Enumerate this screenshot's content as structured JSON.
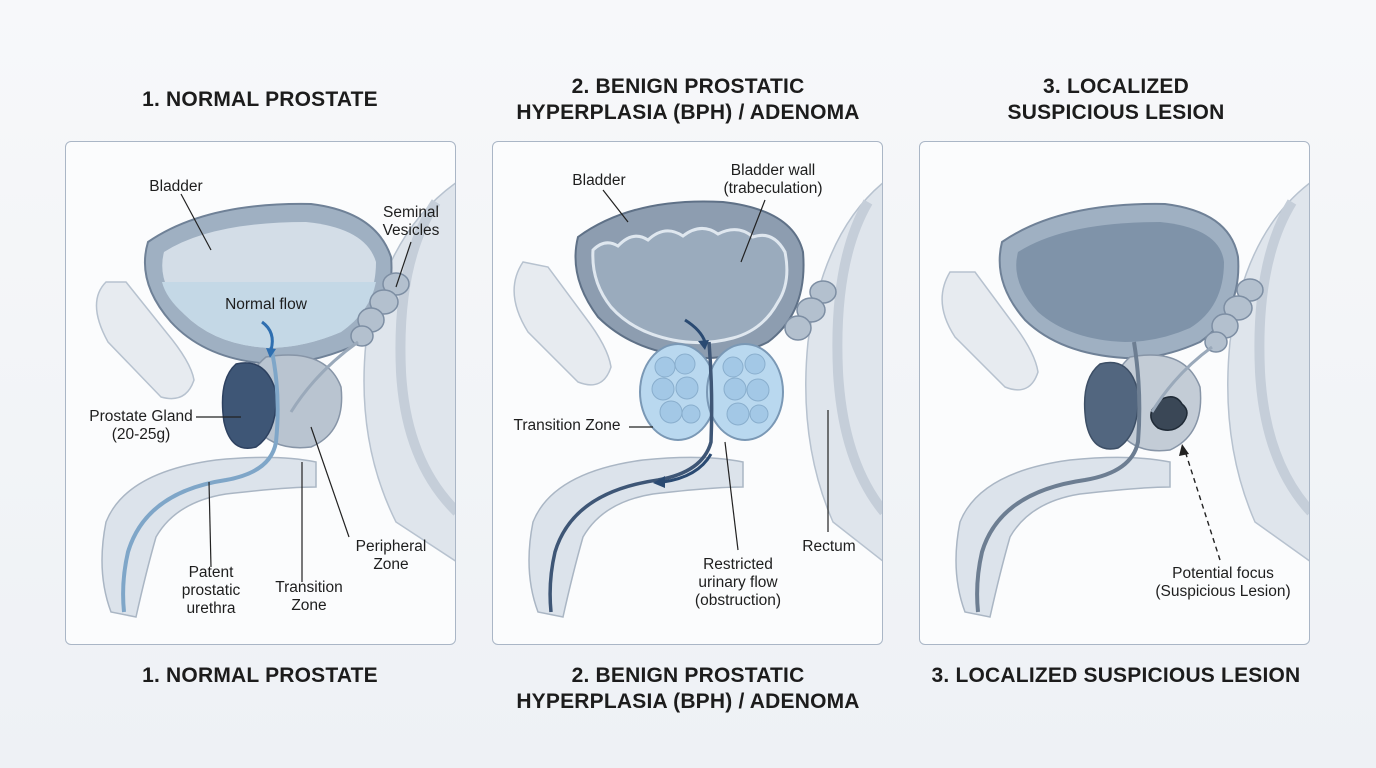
{
  "top_titles": {
    "normal": [
      "1. NORMAL PROSTATE"
    ],
    "bph": [
      "2. BENIGN PROSTATIC",
      "HYPERPLASIA (BPH) / ADENOMA"
    ],
    "lesion": [
      "3. LOCALIZED",
      "SUSPICIOUS LESION"
    ]
  },
  "bottom_titles": {
    "normal": [
      "1. NORMAL PROSTATE"
    ],
    "bph": [
      "2. BENIGN PROSTATIC",
      "HYPERPLASIA (BPH) / ADENOMA"
    ],
    "lesion": [
      "3. LOCALIZED SUSPICIOUS LESION"
    ]
  },
  "panel_normal": {
    "bladder": [
      "Bladder"
    ],
    "seminal_vesicles": [
      "Seminal",
      "Vesicles"
    ],
    "normal_flow": [
      "Normal flow"
    ],
    "prostate_gland": [
      "Prostate Gland",
      "(20-25g)"
    ],
    "patent_urethra": [
      "Patent",
      "prostatic",
      "urethra"
    ],
    "transition_zone": [
      "Transition",
      "Zone"
    ],
    "peripheral_zone": [
      "Peripheral",
      "Zone"
    ]
  },
  "panel_bph": {
    "bladder": [
      "Bladder"
    ],
    "bladder_wall": [
      "Bladder wall",
      "(trabeculation)"
    ],
    "transition_zone": [
      "Transition Zone"
    ],
    "restricted_flow": [
      "Restricted",
      "urinary flow",
      "(obstruction)"
    ],
    "rectum": [
      "Rectum"
    ]
  },
  "panel_lesion": {
    "potential_focus": [
      "Potential focus",
      "(Suspicious Lesion)"
    ]
  },
  "colors": {
    "tissue": "#dfe5ec",
    "tissue_edge": "#b7c2cf",
    "bladder_wall": "#8d9db0",
    "urine": "#c4d8e6",
    "prostate": "#b9c4d0",
    "dark_lobe": "#3e5676",
    "urethra": "#7fa6c8",
    "adenoma": "#b9d8ef",
    "lesion": "#3a4756",
    "arrow": "#2f6fb0"
  }
}
